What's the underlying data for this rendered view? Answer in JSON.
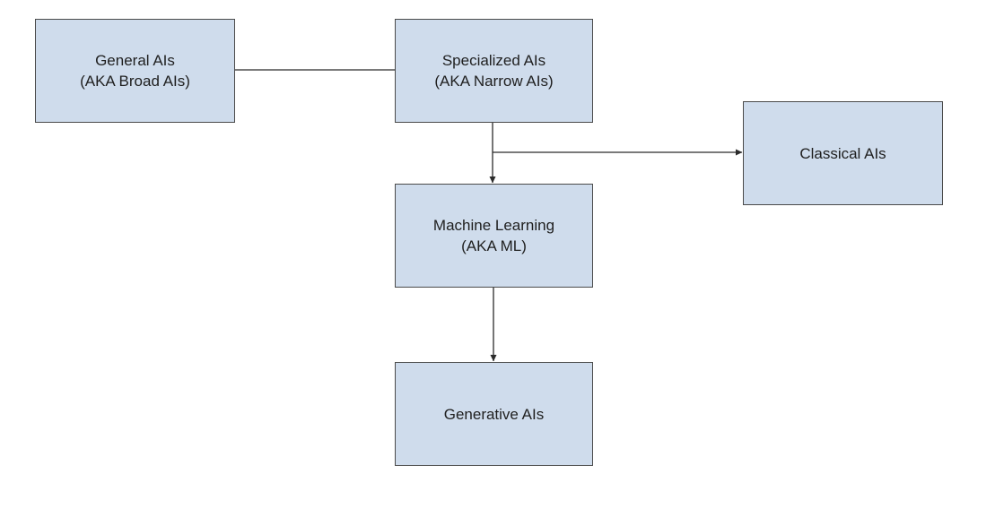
{
  "diagram": {
    "nodes": {
      "general": {
        "line1": "General AIs",
        "line2": "(AKA Broad AIs)"
      },
      "specialized": {
        "line1": "Specialized AIs",
        "line2": "(AKA Narrow AIs)"
      },
      "classical": {
        "line1": "Classical AIs"
      },
      "ml": {
        "line1": "Machine Learning",
        "line2": "(AKA ML)"
      },
      "generative": {
        "line1": "Generative AIs"
      }
    },
    "edges": [
      {
        "from": "general",
        "to": "specialized",
        "directed": false
      },
      {
        "from": "specialized",
        "to": "ml",
        "directed": true
      },
      {
        "from": "specialized",
        "to": "classical",
        "directed": true
      },
      {
        "from": "ml",
        "to": "generative",
        "directed": true
      }
    ],
    "colors": {
      "node_fill": "#cfdcec",
      "node_border": "#4a4a4a",
      "edge": "#2b2b2b",
      "background": "#ffffff"
    }
  }
}
